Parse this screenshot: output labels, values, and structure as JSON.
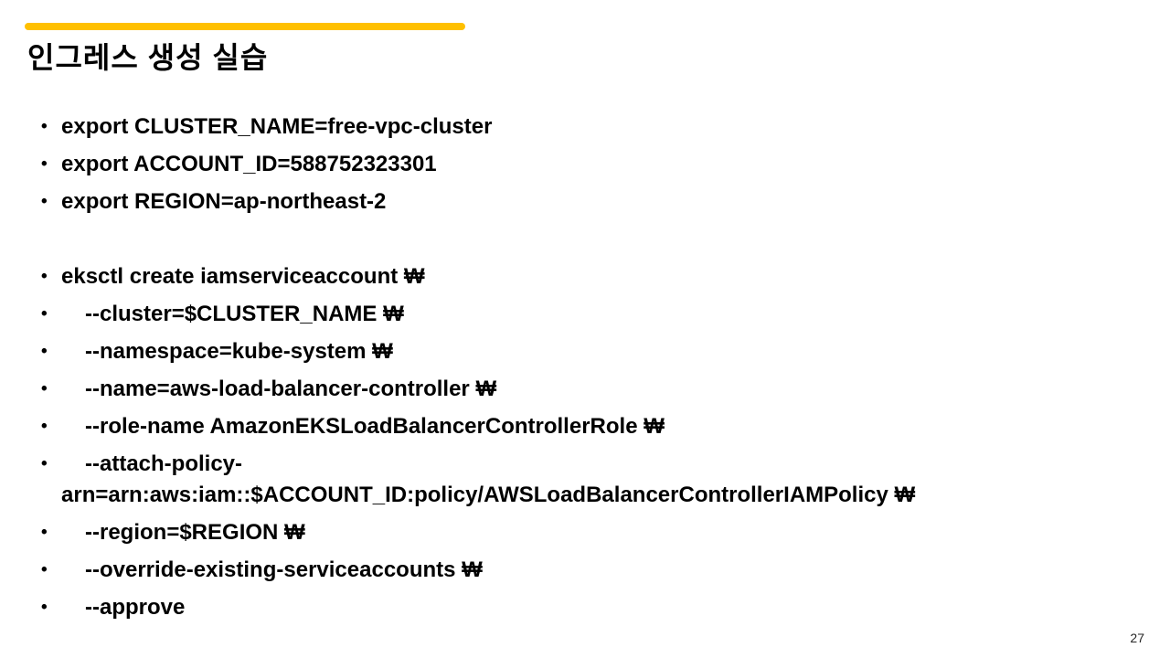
{
  "slide": {
    "title": "인그레스 생성 실습",
    "accent_color": "#FFC000",
    "page_number": "27",
    "bullets": [
      {
        "text": "export CLUSTER_NAME=free-vpc-cluster",
        "indent": false
      },
      {
        "text": "export ACCOUNT_ID=588752323301",
        "indent": false
      },
      {
        "text": "export REGION=ap-northeast-2",
        "indent": false
      },
      {
        "spacer": true
      },
      {
        "text": "eksctl create iamserviceaccount ₩",
        "indent": false
      },
      {
        "text": "--cluster=$CLUSTER_NAME ₩",
        "indent": true
      },
      {
        "text": "--namespace=kube-system ₩",
        "indent": true
      },
      {
        "text": "--name=aws-load-balancer-controller ₩",
        "indent": true
      },
      {
        "text": "--role-name AmazonEKSLoadBalancerControllerRole ₩",
        "indent": true
      },
      {
        "text": "--attach-policy-\narn=arn:aws:iam::$ACCOUNT_ID:policy/AWSLoadBalancerControllerIAMPolicy ₩",
        "indent": true
      },
      {
        "text": "--region=$REGION ₩",
        "indent": true
      },
      {
        "text": "--override-existing-serviceaccounts ₩",
        "indent": true
      },
      {
        "text": "--approve",
        "indent": true
      }
    ]
  }
}
